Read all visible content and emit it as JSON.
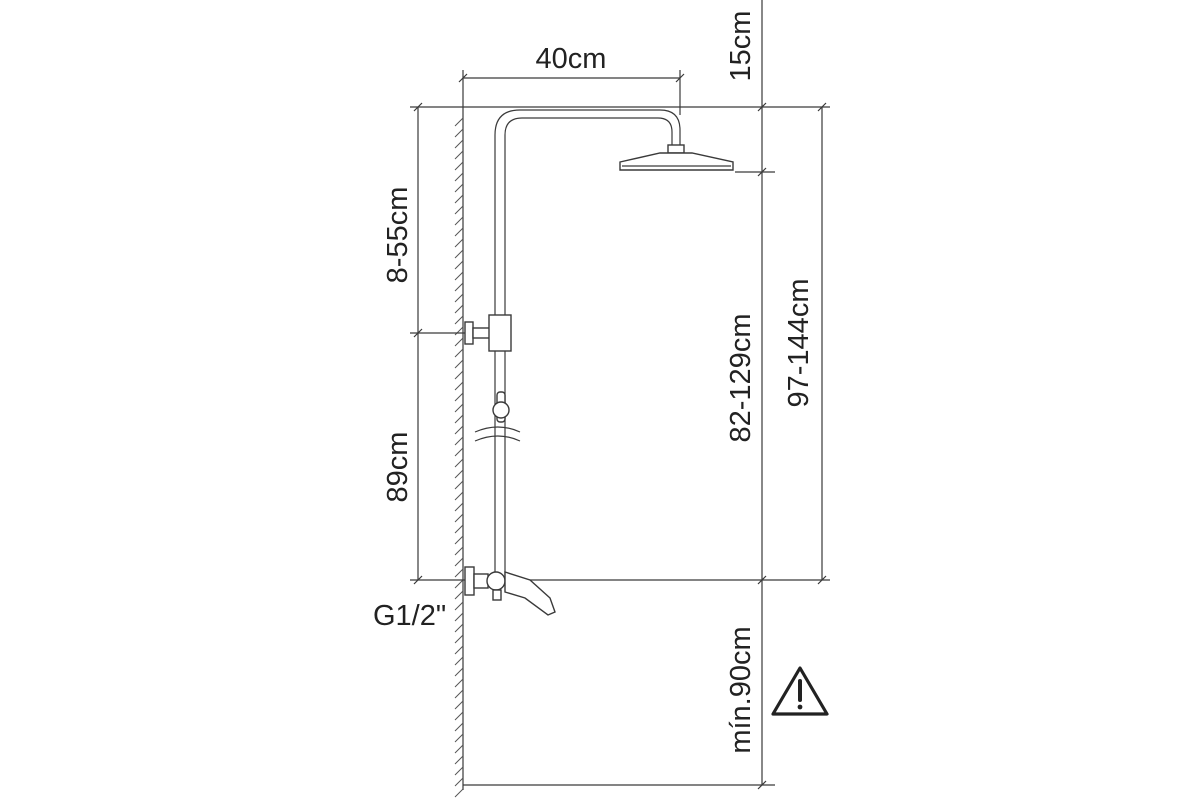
{
  "diagram": {
    "labels": {
      "arm_length": "40cm",
      "head_height": "15cm",
      "upper_section": "8-55cm",
      "lower_section": "89cm",
      "riser_range": "82-129cm",
      "total_range": "97-144cm",
      "connection": "G1/2\"",
      "min_height": "mín.90cm"
    },
    "icons": {
      "warning": "warning-triangle-icon"
    },
    "colors": {
      "line": "#3a3a3a",
      "text": "#222222",
      "background": "#ffffff"
    }
  }
}
